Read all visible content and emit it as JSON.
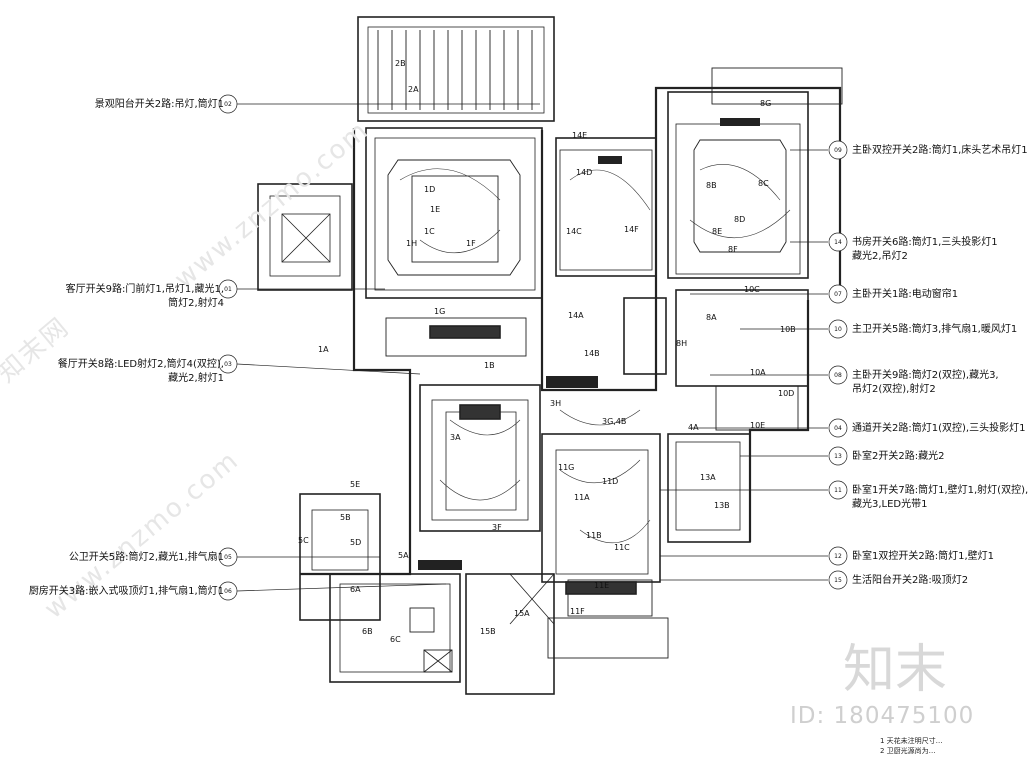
{
  "drawing": {
    "annotations_left": [
      {
        "code": "02",
        "text": "景观阳台开关2路:吊灯,筒灯1"
      },
      {
        "code": "01",
        "text": "客厅开关9路:门前灯1,吊灯1,藏光1,\n筒灯2,射灯4"
      },
      {
        "code": "03",
        "text": "餐厅开关8路:LED射灯2,筒灯4(双控),\n藏光2,射灯1"
      },
      {
        "code": "05",
        "text": "公卫开关5路:筒灯2,藏光1,排气扇1"
      },
      {
        "code": "06",
        "text": "厨房开关3路:嵌入式吸顶灯1,排气扇1,筒灯1"
      }
    ],
    "annotations_right": [
      {
        "code": "09",
        "text": "主卧双控开关2路:筒灯1,床头艺术吊灯1"
      },
      {
        "code": "14",
        "text": "书房开关6路:筒灯1,三头投影灯1\n藏光2,吊灯2"
      },
      {
        "code": "07",
        "text": "主卧开关1路:电动窗帘1"
      },
      {
        "code": "10",
        "text": "主卫开关5路:筒灯3,排气扇1,暖风灯1"
      },
      {
        "code": "08",
        "text": "主卧开关9路:筒灯2(双控),藏光3,\n吊灯2(双控),射灯2"
      },
      {
        "code": "04",
        "text": "通道开关2路:筒灯1(双控),三头投影灯1"
      },
      {
        "code": "13",
        "text": "卧室2开关2路:藏光2"
      },
      {
        "code": "11",
        "text": "卧室1开关7路:筒灯1,壁灯1,射灯(双控),\n藏光3,LED光带1"
      },
      {
        "code": "12",
        "text": "卧室1双控开关2路:筒灯1,壁灯1"
      },
      {
        "code": "15",
        "text": "生活阳台开关2路:吸顶灯2"
      }
    ],
    "room_labels": [
      "1A",
      "1B",
      "1C",
      "1D",
      "1E",
      "1F",
      "1G",
      "1H",
      "2A",
      "2B",
      "3A",
      "3F",
      "3G,4B",
      "3H",
      "4A",
      "5A",
      "5B",
      "5C",
      "5D",
      "5E",
      "6A",
      "6B",
      "6C",
      "8A",
      "8B",
      "8C",
      "8D",
      "8E",
      "8F",
      "8G",
      "8H",
      "10A",
      "10B",
      "10C",
      "10D",
      "10E",
      "11A",
      "11B",
      "11C",
      "11D",
      "11E",
      "11F",
      "11G",
      "13A",
      "13B",
      "14A",
      "14B",
      "14C",
      "14D",
      "14E",
      "14F",
      "15A",
      "15B"
    ],
    "footnotes": [
      "1 天花未注明尺寸…",
      "2 卫厨光源尚为…"
    ],
    "watermark": "www.znzmo.com",
    "watermark_cn": "知末网",
    "logo_text": "知末",
    "id_text": "ID: 180475100"
  }
}
